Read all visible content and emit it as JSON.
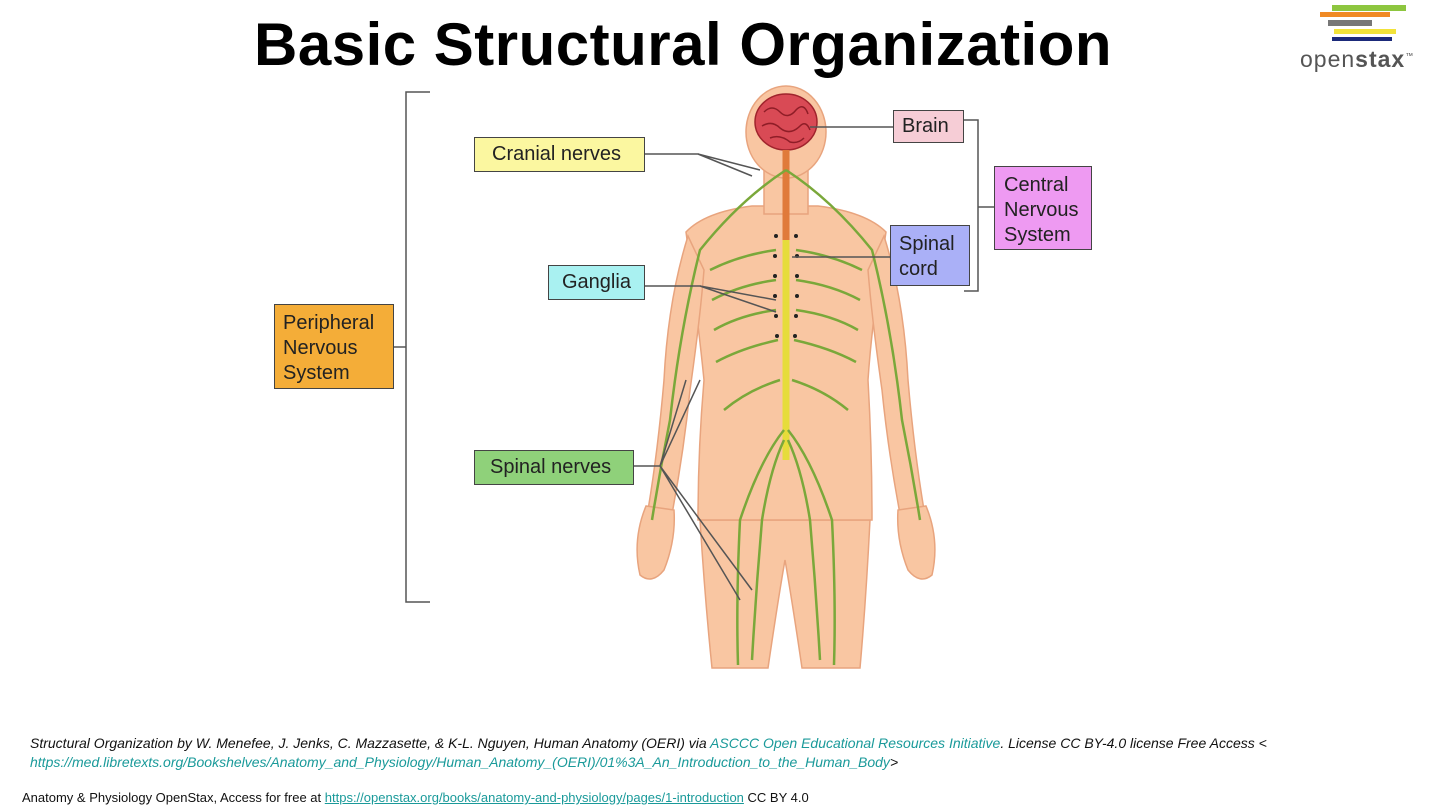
{
  "slide": {
    "title": "Basic Structural Organization"
  },
  "logo": {
    "text_light": "open",
    "text_bold": "stax",
    "trademark": "™",
    "stripe_colors": [
      "#f08a24",
      "#8dc63f",
      "#777777",
      "#f2e33a",
      "#1b2a7a"
    ]
  },
  "diagram": {
    "labels": {
      "brain": "Brain",
      "cranial_nerves": "Cranial nerves",
      "central_nervous_system": "Central Nervous System",
      "spinal_cord": "Spinal cord",
      "ganglia": "Ganglia",
      "peripheral_nervous_system": "Peripheral Nervous System",
      "spinal_nerves": "Spinal nerves"
    },
    "colors": {
      "brain": "#f6cdd6",
      "cranial_nerves": "#fbf7a0",
      "central_nervous_system": "#ee9af2",
      "spinal_cord": "#aab0f7",
      "ganglia": "#a9f1f1",
      "peripheral_nervous_system": "#f4ad38",
      "spinal_nerves": "#8fd17a",
      "skin": "#f9c6a2",
      "nerves": "#7aa83a"
    }
  },
  "caption": {
    "part1": "Structural Organization by W. Menefee, J. Jenks, C. Mazzasette, & K-L. Nguyen, Human Anatomy (OERI) via ",
    "link": "ASCCC Open Educational Resources Initiative",
    "part2": ". License CC BY-4.0 license Free Access <",
    "url": "https://med.libretexts.org/Bookshelves/Anatomy_and_Physiology/Human_Anatomy_(OERI)/01%3A_An_Introduction_to_the_Human_Body",
    "part3": ">"
  },
  "footer": {
    "text": "Anatomy & Physiology OpenStax, Access for free at ",
    "link": "https://openstax.org/books/anatomy-and-physiology/pages/1-introduction",
    "license": " CC BY 4.0"
  }
}
